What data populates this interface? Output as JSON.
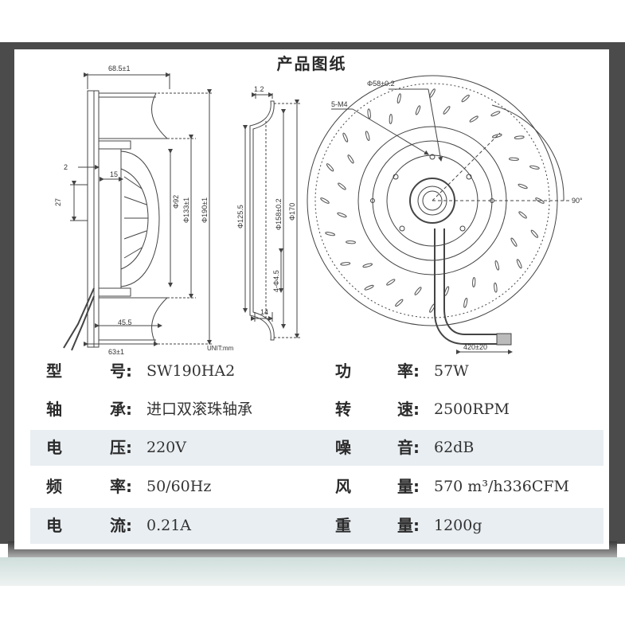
{
  "title": "产品图纸",
  "drawing": {
    "side": {
      "width_top": "68.5±1",
      "dim_2": "2",
      "dim_15": "15",
      "dim_27": "27",
      "dia_92": "Φ92",
      "dia_133": "Φ133±1",
      "dia_190": "Φ190±1",
      "dim_455": "45.5",
      "width_bottom": "63±1",
      "unit": "UNIT:mm"
    },
    "profile": {
      "dim_12": "1.2",
      "dia_1255": "Φ125.5",
      "dia_158": "Φ158±0.2",
      "dia_170": "Φ170",
      "holes": "4-Φ4.5",
      "dim_14": "14"
    },
    "front": {
      "dia_58": "Φ58±0.2",
      "screws": "5-M4",
      "angle": "90°",
      "cable": "420±20"
    }
  },
  "specs": [
    {
      "label1": "型",
      "label2": "号:",
      "value1": "SW190HA2",
      "label3": "功",
      "label4": "率:",
      "value2": "57W"
    },
    {
      "label1": "轴",
      "label2": "承:",
      "value1": "进口双滚珠轴承",
      "label3": "转",
      "label4": "速:",
      "value2": "2500RPM"
    },
    {
      "label1": "电",
      "label2": "压:",
      "value1": "220V",
      "label3": "噪",
      "label4": "音:",
      "value2": "62dB"
    },
    {
      "label1": "频",
      "label2": "率:",
      "value1": "50/60Hz",
      "label3": "风",
      "label4": "量:",
      "value2": "570 m³/h336CFM"
    },
    {
      "label1": "电",
      "label2": "流:",
      "value1": "0.21A",
      "label3": "重",
      "label4": "量:",
      "value2": "1200g"
    }
  ]
}
